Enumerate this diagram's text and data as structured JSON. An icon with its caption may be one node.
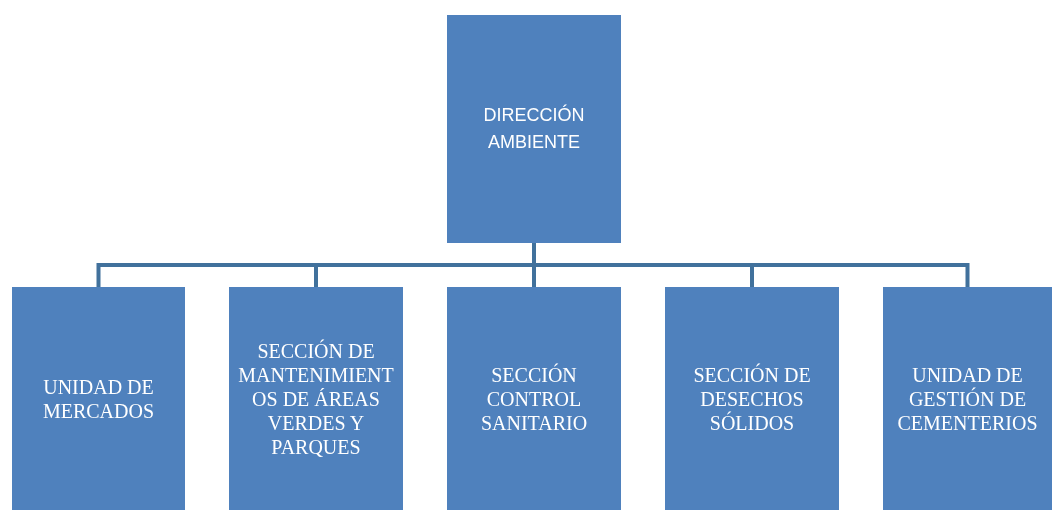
{
  "diagram": {
    "nodes": [
      {
        "text": [
          "DIRECCIÓN AMBIENTE"
        ]
      },
      {
        "text": [
          "UNIDAD DE MERCADOS"
        ]
      },
      {
        "text": [
          "SECCIÓN DE MANTENIMIENTOS DE ÁREAS VERDES Y PARQUES"
        ]
      },
      {
        "text": [
          "SECCIÓN CONTROL SANITARIO"
        ]
      },
      {
        "text": [
          "SECCIÓN DE DESECHOS SÓLIDOS"
        ]
      },
      {
        "text": [
          "UNIDAD DE GESTIÓN DE CEMENTERIOS"
        ]
      }
    ],
    "edges": [
      {
        "from": 0,
        "to": 1,
        "arrow": "none"
      },
      {
        "from": 0,
        "to": 2,
        "arrow": "none"
      },
      {
        "from": 0,
        "to": 3,
        "arrow": "none"
      },
      {
        "from": 0,
        "to": 4,
        "arrow": "none"
      },
      {
        "from": 0,
        "to": 5,
        "arrow": "none"
      }
    ]
  }
}
